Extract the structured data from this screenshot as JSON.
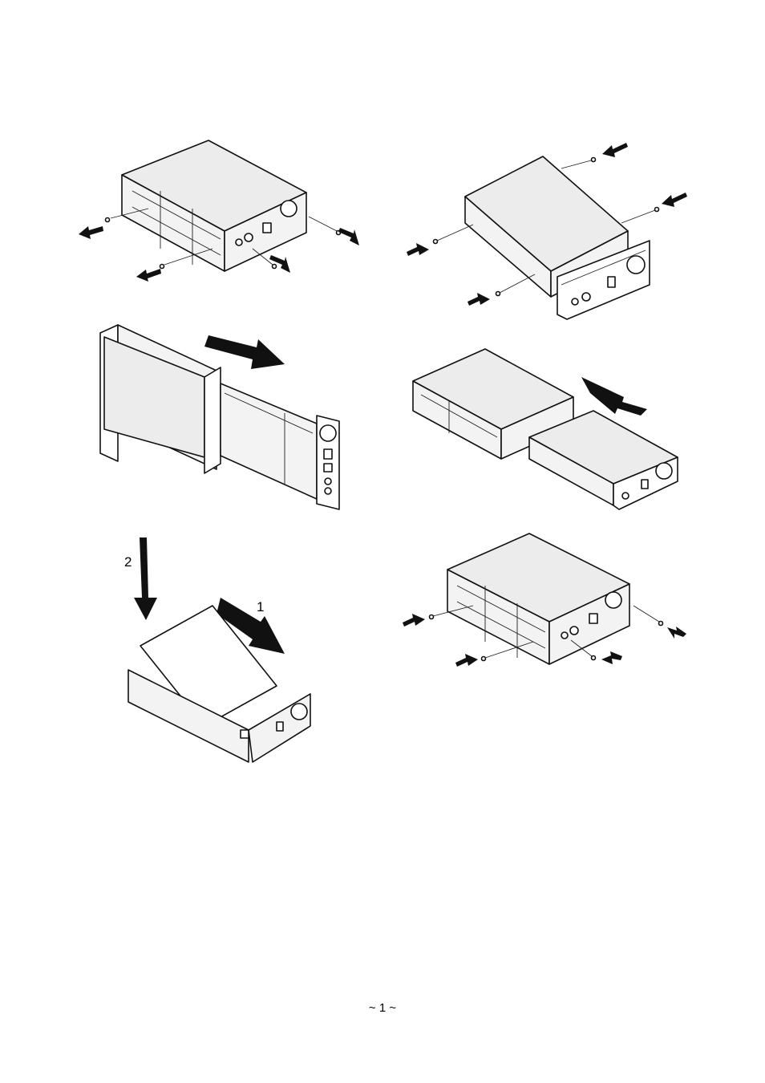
{
  "steps": {
    "step_one_label": "1",
    "step_two_label": "2"
  },
  "footer": {
    "page_number": "~ 1 ~"
  },
  "figures": [
    {
      "name": "remove-side-screws"
    },
    {
      "name": "insert-screws-into-drive"
    },
    {
      "name": "slide-enclosure-off-tray"
    },
    {
      "name": "slide-tray-into-enclosure"
    },
    {
      "name": "seat-drive-in-tray"
    },
    {
      "name": "fasten-enclosure-screws"
    }
  ]
}
